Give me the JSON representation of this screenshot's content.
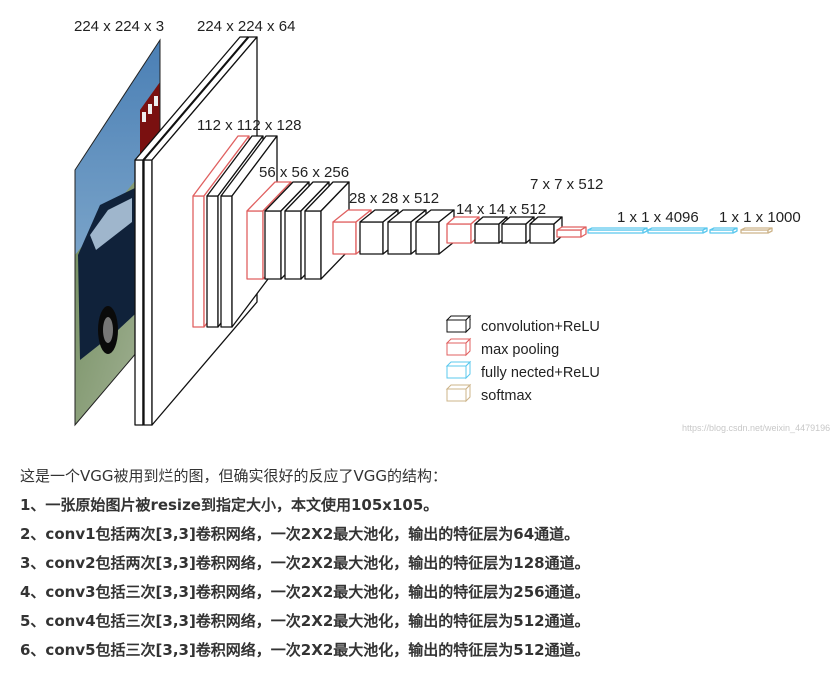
{
  "diagram": {
    "labels": {
      "input": "224 x 224 x 3",
      "conv1": "224 x 224 x 64",
      "conv2": "112 x 112 x 128",
      "conv3": "56 x 56 x 256",
      "conv4": "28 x 28 x 512",
      "conv5": "14 x 14 x 512",
      "pool5": "7 x 7 x 512",
      "fc": "1 x 1 x 4096",
      "softmax": "1 x 1 x 1000"
    },
    "legend": [
      {
        "label": "convolution+ReLU",
        "color": "#111111"
      },
      {
        "label": "max pooling",
        "color": "#e06060"
      },
      {
        "label": "fully nected+ReLU",
        "color": "#5bc8ee"
      },
      {
        "label": "softmax",
        "color": "#cdb48a"
      }
    ],
    "watermark": "https://blog.csdn.net/weixin_44791964"
  },
  "text": {
    "intro": "这是一个VGG被用到烂的图，但确实很好的反应了VGG的结构：",
    "points": [
      "1、一张原始图片被resize到指定大小，本文使用105x105。",
      "2、conv1包括两次[3,3]卷积网络，一次2X2最大池化，输出的特征层为64通道。",
      "3、conv2包括两次[3,3]卷积网络，一次2X2最大池化，输出的特征层为128通道。",
      "4、conv3包括三次[3,3]卷积网络，一次2X2最大池化，输出的特征层为256通道。",
      "5、conv4包括三次[3,3]卷积网络，一次2X2最大池化，输出的特征层为512通道。",
      "6、conv5包括三次[3,3]卷积网络，一次2X2最大池化，输出的特征层为512通道。"
    ]
  }
}
